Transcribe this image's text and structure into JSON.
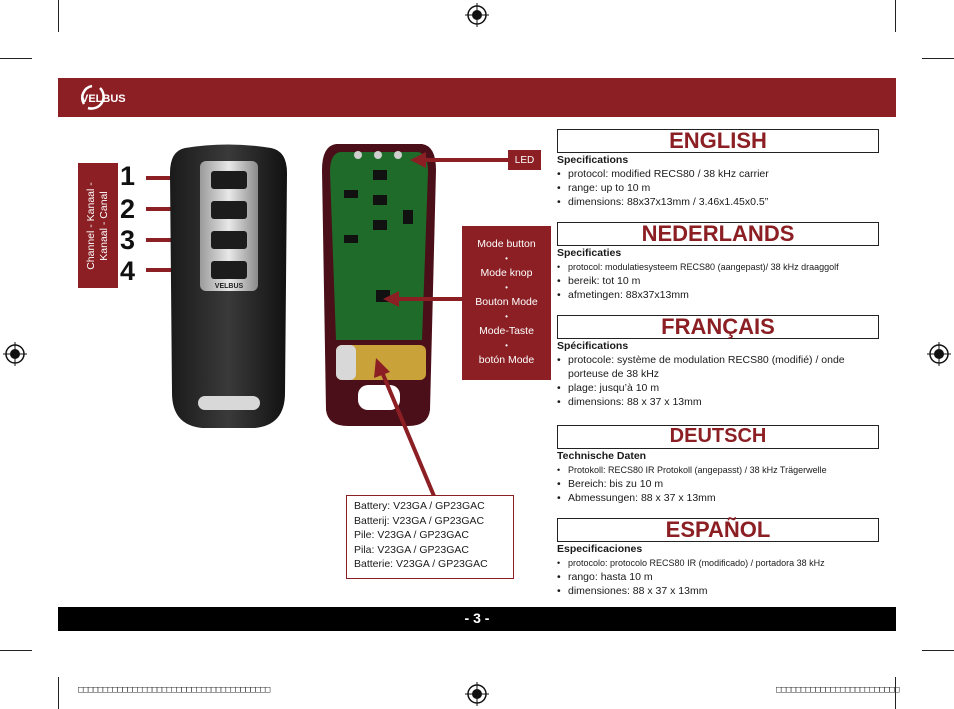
{
  "brand": {
    "logo_text": "VELBUS",
    "color": "#8b1f24"
  },
  "channel_label": {
    "line1": "Channel - Kanaal -",
    "line2": "Kanaal - Canal"
  },
  "channel_numbers": [
    "1",
    "2",
    "3",
    "4"
  ],
  "led_label": "LED",
  "mode_button": {
    "items": [
      "Mode button",
      "Mode knop",
      "Bouton Mode",
      "Mode-Taste",
      "botón Mode"
    ],
    "separator": "•"
  },
  "battery": [
    "Battery: V23GA / GP23GAC",
    "Batterij: V23GA / GP23GAC",
    "Pile: V23GA / GP23GAC",
    "Pila: V23GA / GP23GAC",
    "Batterie: V23GA / GP23GAC"
  ],
  "languages": [
    {
      "title": "ENGLISH",
      "heading": "Specifications",
      "items": [
        {
          "text": "protocol: modified RECS80 / 38 kHz carrier",
          "small": false
        },
        {
          "text": "range: up to 10 m",
          "small": false
        },
        {
          "text": "dimensions: 88x37x13mm / 3.46x1.45x0.5”",
          "small": false
        }
      ]
    },
    {
      "title": "NEDERLANDS",
      "heading": "Specificaties",
      "items": [
        {
          "text": "protocol: modulatiesysteem RECS80 (aangepast)/ 38 kHz draaggolf",
          "small": true
        },
        {
          "text": "bereik: tot 10 m",
          "small": false
        },
        {
          "text": "afmetingen: 88x37x13mm",
          "small": false
        }
      ]
    },
    {
      "title": "FRANÇAIS",
      "heading": "Spécifications",
      "items": [
        {
          "text": "protocole: système de modulation RECS80 (modifié) / onde porteuse de 38 kHz",
          "small": false
        },
        {
          "text": "plage: jusqu’à 10 m",
          "small": false
        },
        {
          "text": "dimensions: 88 x 37 x 13mm",
          "small": false
        }
      ]
    },
    {
      "title": "DEUTSCH",
      "heading": "Technische Daten",
      "items": [
        {
          "text": "Protokoll: RECS80 IR Protokoll (angepasst) / 38 kHz Trägerwelle",
          "small": true
        },
        {
          "text": "Bereich: bis zu 10 m",
          "small": false
        },
        {
          "text": "Abmessungen: 88 x 37 x 13mm",
          "small": false
        }
      ]
    },
    {
      "title": "ESPAÑOL",
      "heading": "Especificaciones",
      "items": [
        {
          "text": "protocolo: protocolo RECS80 IR (modificado) / portadora 38 kHz",
          "small": true
        },
        {
          "text": "rango: hasta 10 m",
          "small": false
        },
        {
          "text": "dimensiones: 88 x 37 x 13mm",
          "small": false
        }
      ]
    }
  ],
  "page_number": "- 3 -",
  "bottom_codes": {
    "left": "□□□□□□□□□□□□□□□□□□□□□□□□□□□□□□□□□□□□□□□",
    "right": "□□□□□□□□□□□□□□□□□□□□□□□□□"
  }
}
